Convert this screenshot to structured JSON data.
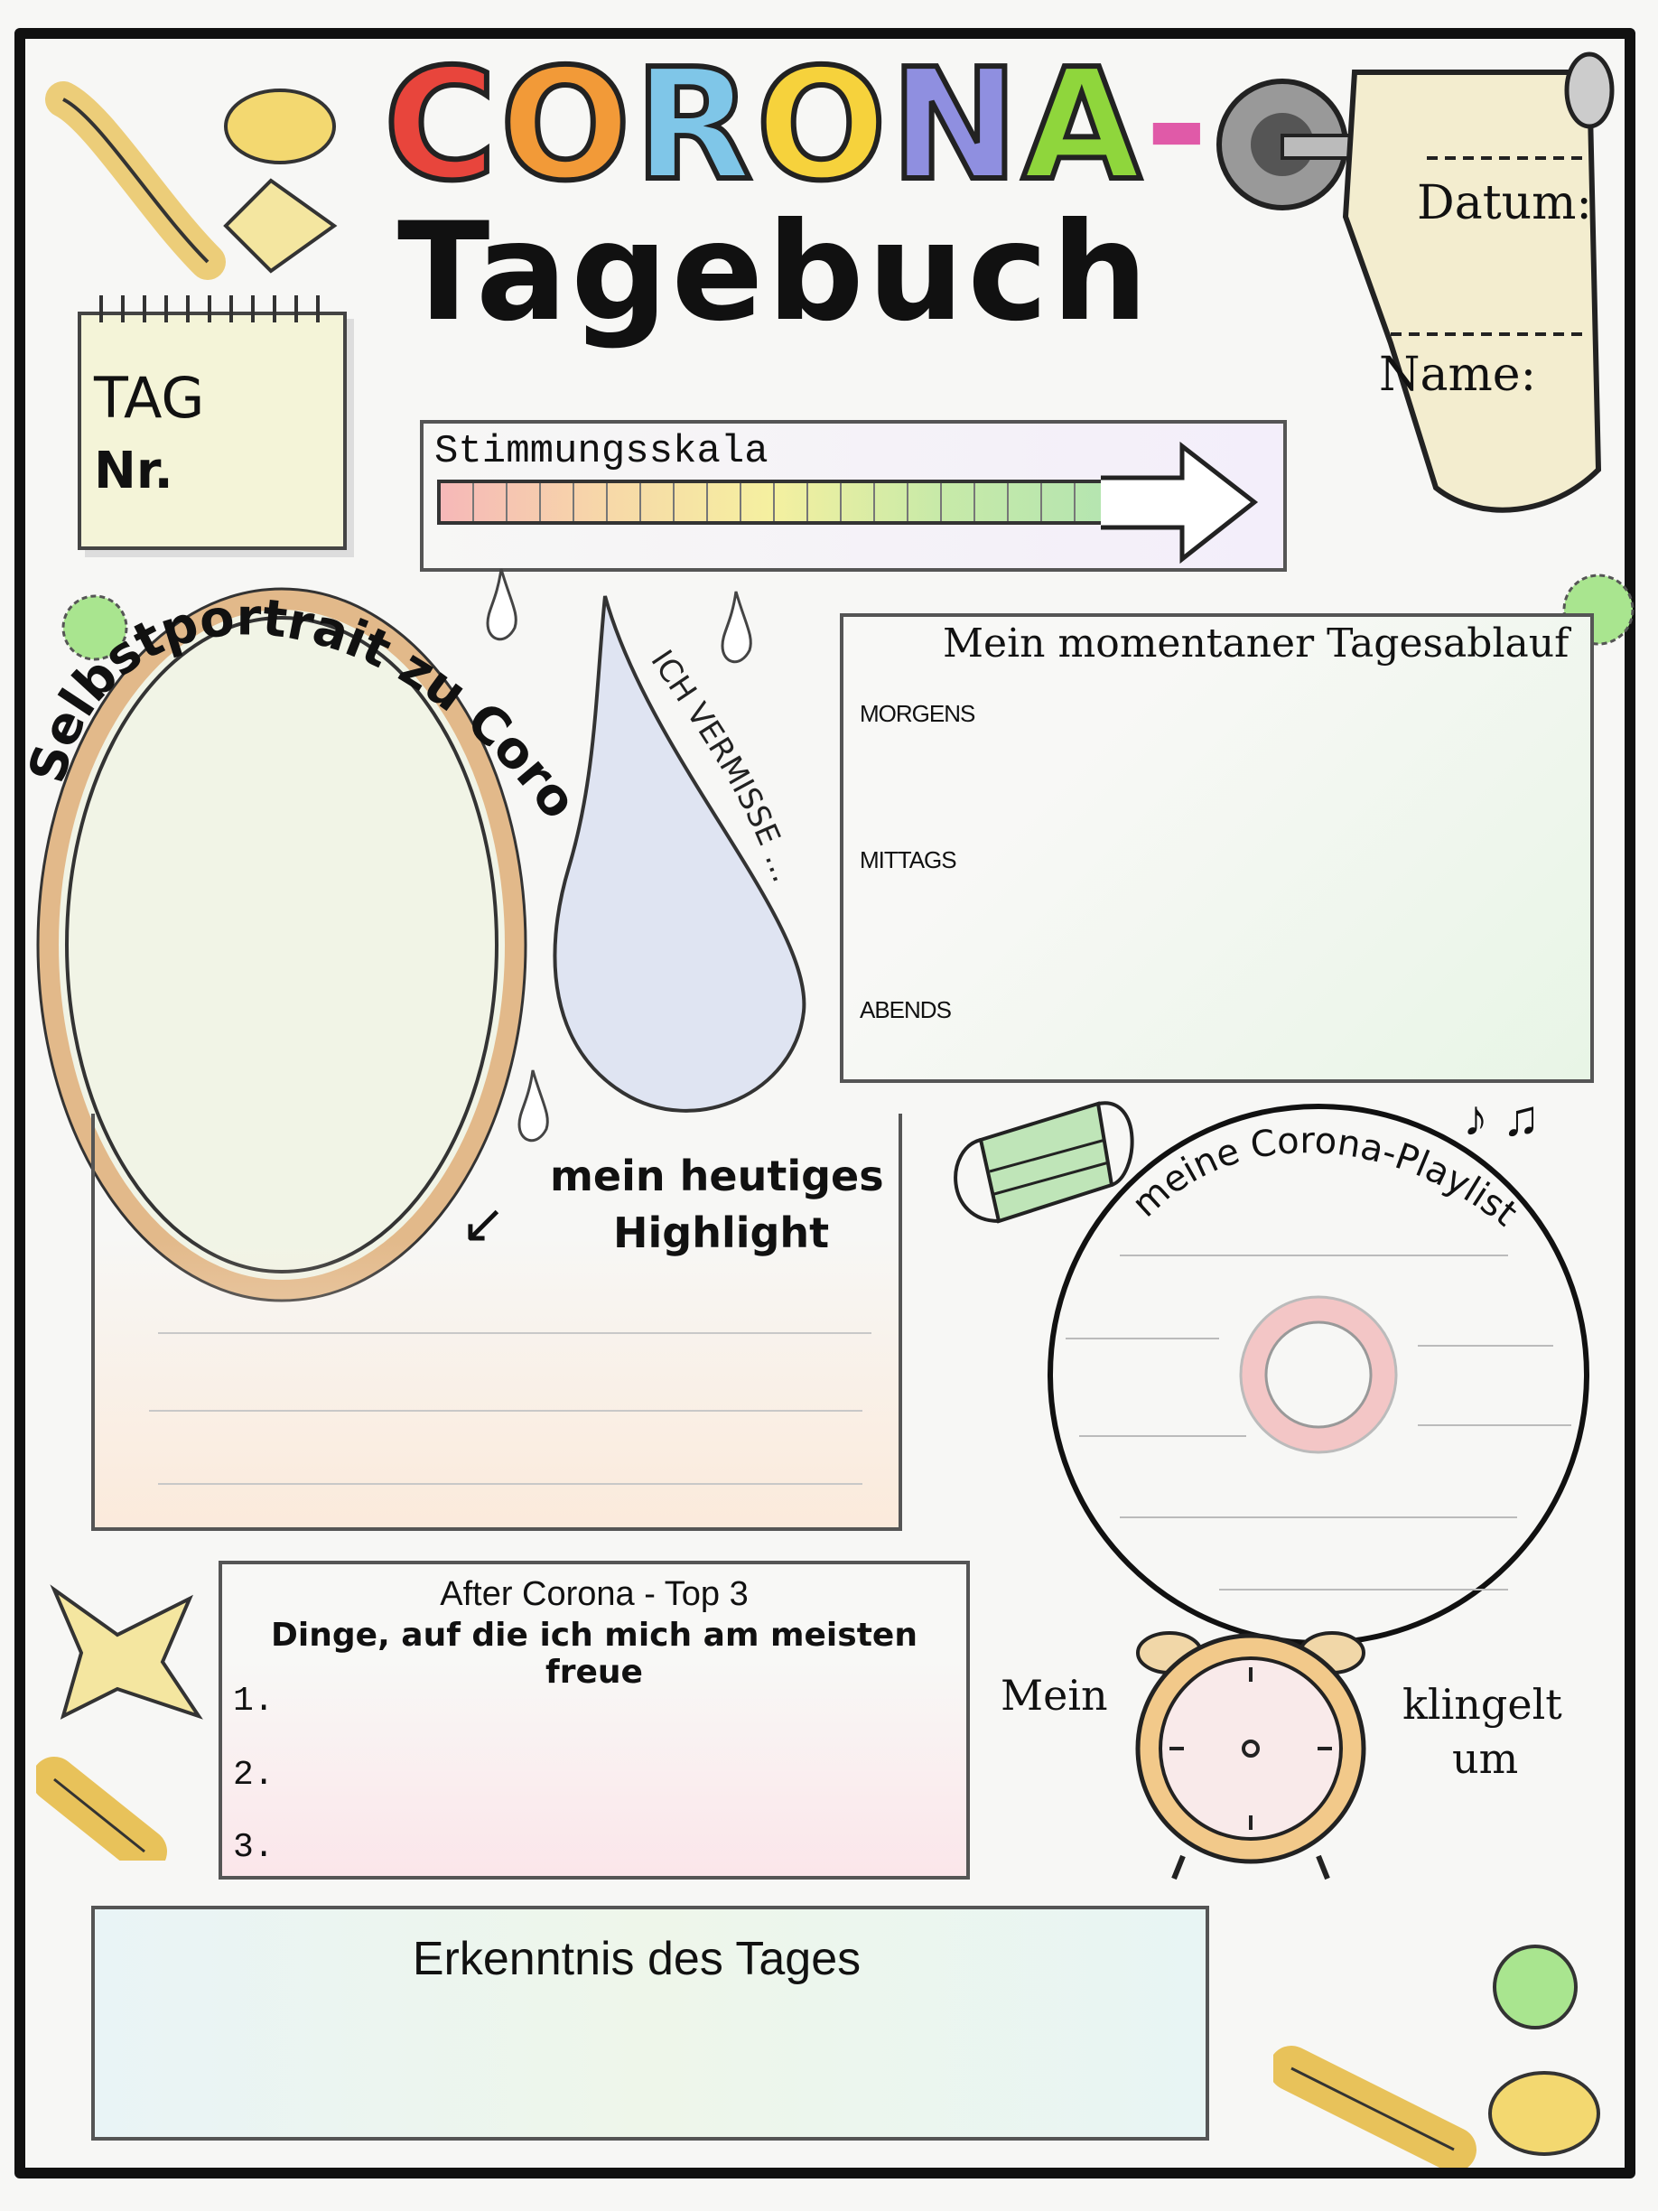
{
  "header": {
    "title_letters": [
      {
        "char": "C",
        "color": "#e8453c"
      },
      {
        "char": "O",
        "color": "#f29a38"
      },
      {
        "char": "R",
        "color": "#7fc6e8"
      },
      {
        "char": "O",
        "color": "#f6d23c"
      },
      {
        "char": "N",
        "color": "#8f8fe0"
      },
      {
        "char": "A",
        "color": "#8fd63c"
      },
      {
        "char": "-",
        "color": "#e05aa8"
      }
    ],
    "subtitle": "Tagebuch"
  },
  "calendar": {
    "line1": "TAG",
    "line2": "Nr."
  },
  "toilet_roll": {
    "date_label": "Datum:",
    "name_label": "Name:"
  },
  "mood_scale": {
    "label": "Stimmungsskala",
    "segments": 20
  },
  "selfportrait": {
    "label": "Selbstportrait zu Corona-Zeiten"
  },
  "drop": {
    "label": "ICH VERMISSE ..."
  },
  "daily_routine": {
    "title": "Mein momentaner Tagesablauf",
    "slots": [
      "MORGENS",
      "MITTAGS",
      "ABENDS"
    ]
  },
  "highlight": {
    "line1": "mein heutiges",
    "line2": "Highlight"
  },
  "playlist": {
    "label": "meine Corona-Playlist"
  },
  "top3": {
    "title": "After Corona - Top 3",
    "subtitle": "Dinge, auf die ich mich am meisten freue",
    "items": [
      "1.",
      "2.",
      "3."
    ]
  },
  "alarm": {
    "before": "Mein",
    "after1": "klingelt",
    "after2": "um"
  },
  "insight": {
    "title": "Erkenntnis des Tages"
  }
}
